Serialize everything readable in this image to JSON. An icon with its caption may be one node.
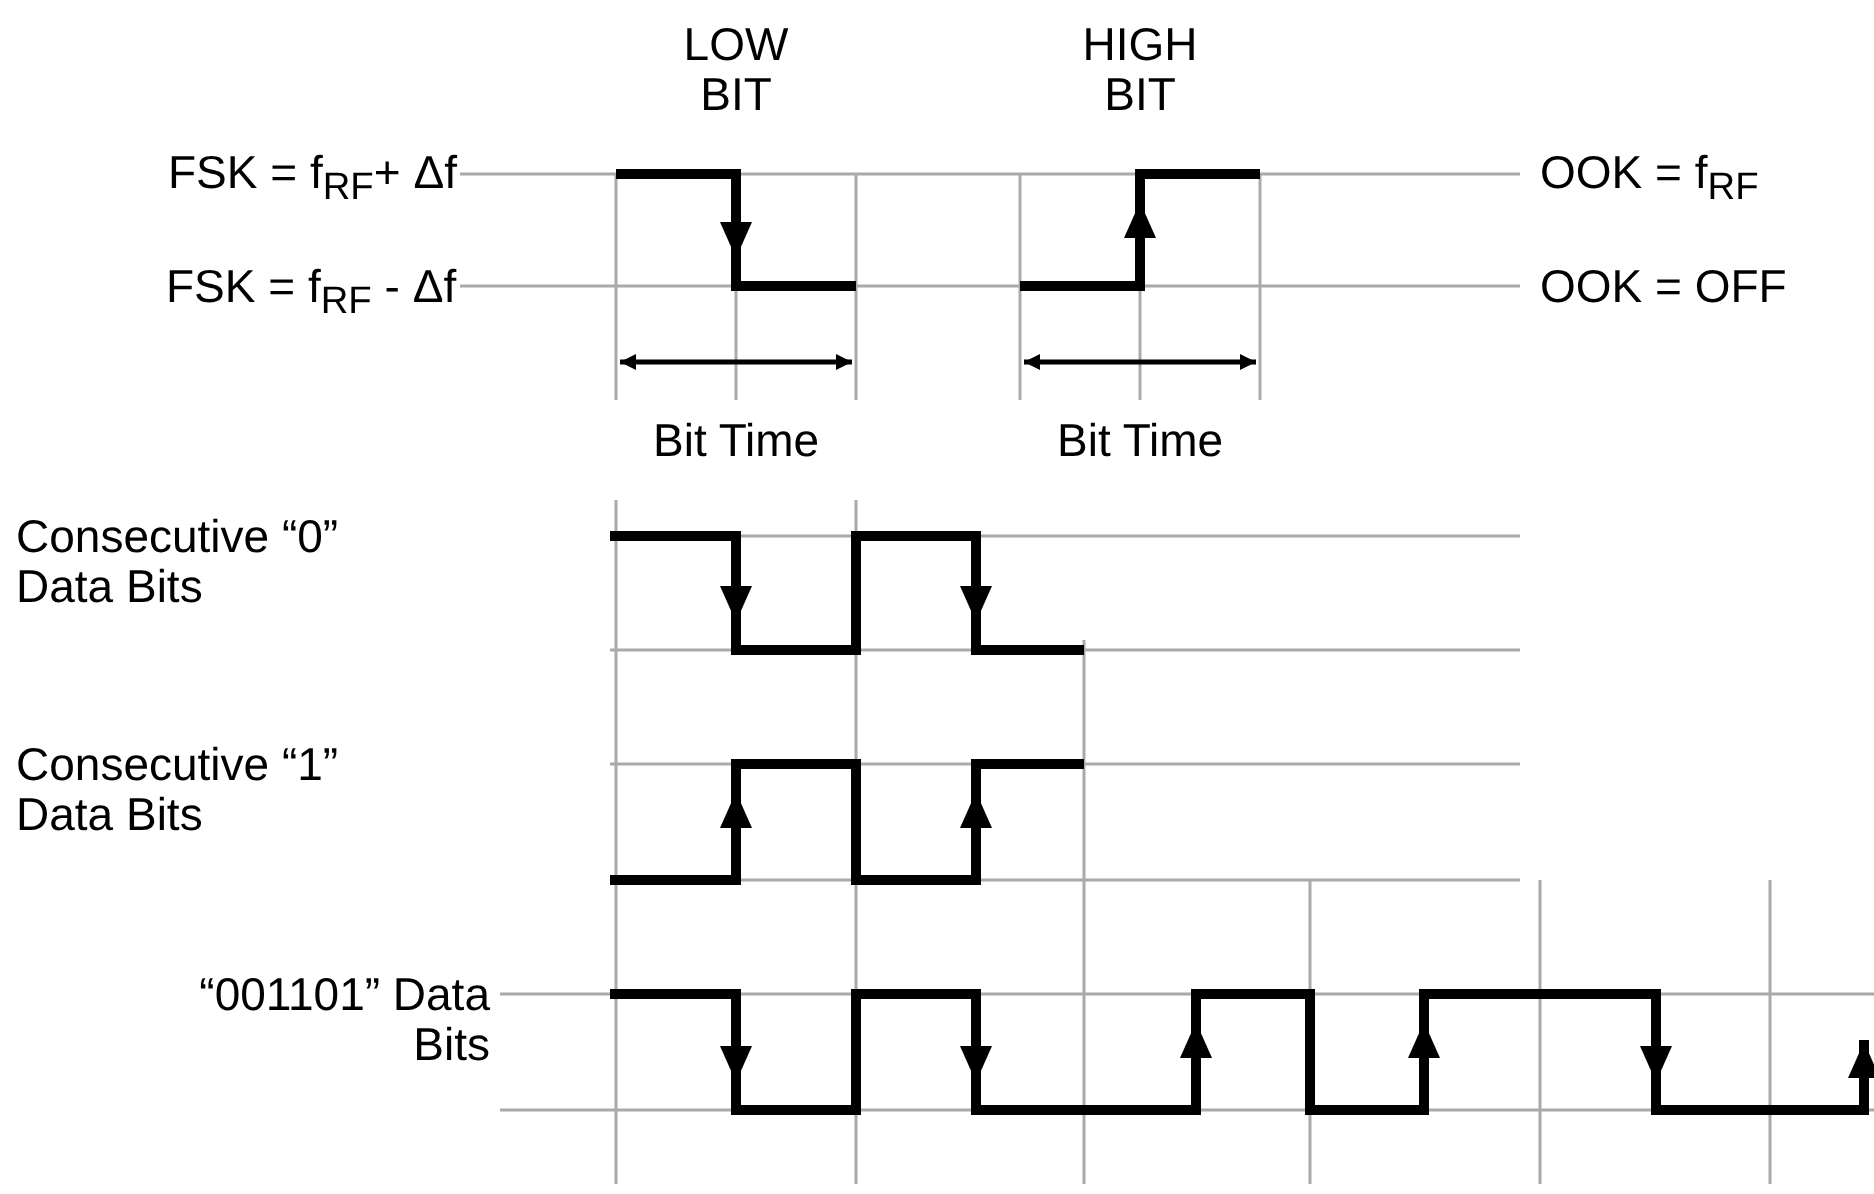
{
  "diagram": {
    "labels": [
      "LOW BIT",
      "HIGH BIT",
      "FSK = f$_{RF}$+ Δf",
      "OOK = f$_{RF}$",
      "FSK = f$_{RF}$ - Δf",
      "OOK = OFF",
      "Bit Time",
      "Bit Time",
      "Consecutive “0” Data Bits",
      "Consecutive “1” Data Bits",
      "“001101” Data Bits"
    ]
  }
}
